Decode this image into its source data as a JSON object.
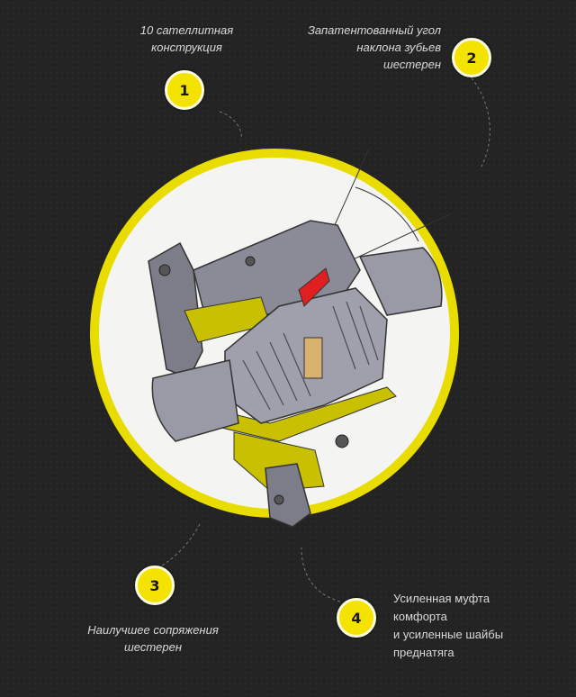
{
  "callouts": [
    {
      "number": "1",
      "lines": [
        "10 сателлитная",
        "конструкция"
      ]
    },
    {
      "number": "2",
      "lines": [
        "Запатентованный угол",
        "наклона зубьев",
        "шестерен"
      ]
    },
    {
      "number": "3",
      "lines": [
        "Наилучшее сопряжения",
        "шестерен"
      ]
    },
    {
      "number": "4",
      "lines": [
        "Усиленная муфта",
        "комфорта",
        "и усиленные шайбы",
        "преднатяга"
      ]
    }
  ],
  "colors": {
    "background": "#232323",
    "accent_yellow": "#f4e200",
    "ring": "#e8d800",
    "casing_grey": "#8a8a96",
    "section_fill": "#c8c000"
  }
}
